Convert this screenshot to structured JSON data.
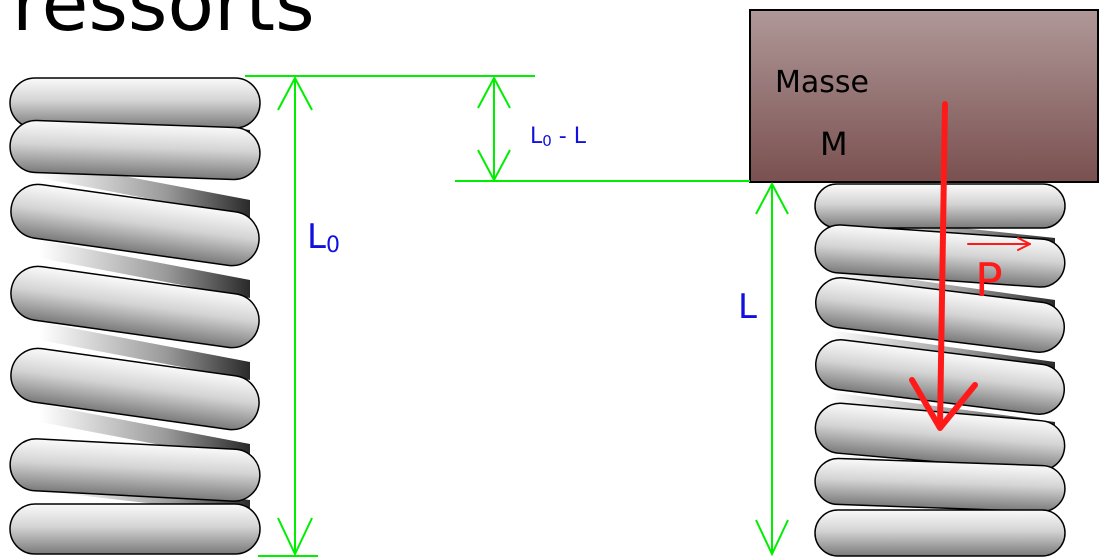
{
  "title": "ressorts",
  "mass": {
    "line1": "Masse",
    "line2": "M"
  },
  "labels": {
    "free_length": "L",
    "free_length_sub": "0",
    "compressed_length": "L",
    "difference_L": "L",
    "difference_sub": "0",
    "difference_rest": " - L",
    "force_letter": "P"
  },
  "colors": {
    "measure_lines": "#00ee00",
    "label_blue": "#1010e0",
    "force_red": "#ff1a1a",
    "mass_top": "#b09898",
    "mass_bottom": "#7a5050",
    "coil_light": "#f2f2f2",
    "coil_dark": "#7a7a7a"
  }
}
